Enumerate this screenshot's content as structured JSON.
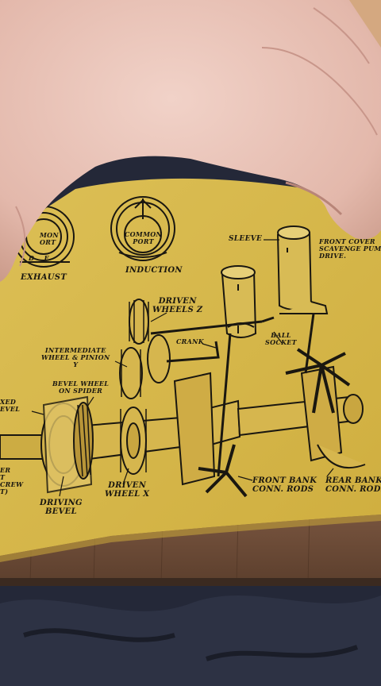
{
  "labels": {
    "exhaust_port": "MON\nORT",
    "exhaust_letters": "D    E",
    "exhaust": "EXHAUST",
    "common_port": "COMMON\nPORT",
    "induction": "INDUCTION",
    "sleeve": "SLEEVE",
    "front_cover": "FRONT COVER\nSCAVENGE PUMP\nDRIVE.",
    "driven_wheels_z": "DRIVEN\nWHEELS Z",
    "ball_socket": "BALL\nSOCKET",
    "crank": "CRANK",
    "intermediate": "INTERMEDIATE\nWHEEL & PINION\nY",
    "bevel_wheel": "BEVEL WHEEL\nON SPIDER",
    "fixed_bevel": "XED\nEVEL",
    "screw": "ER\nT\nCREW\nT)",
    "driving_bevel": "DRIVING\nBEVEL",
    "driven_wheel_x": "DRIVEN\nWHEEL X",
    "front_bank": "FRONT BANK\nCONN. RODS",
    "rear_bank": "REAR BANK\nCONN. RODS"
  },
  "colors": {
    "paper": "#d9b84a",
    "ink": "#1a1710",
    "skin": "#e7c0b4",
    "wood": "#6d4b36",
    "fabric": "#242838"
  }
}
